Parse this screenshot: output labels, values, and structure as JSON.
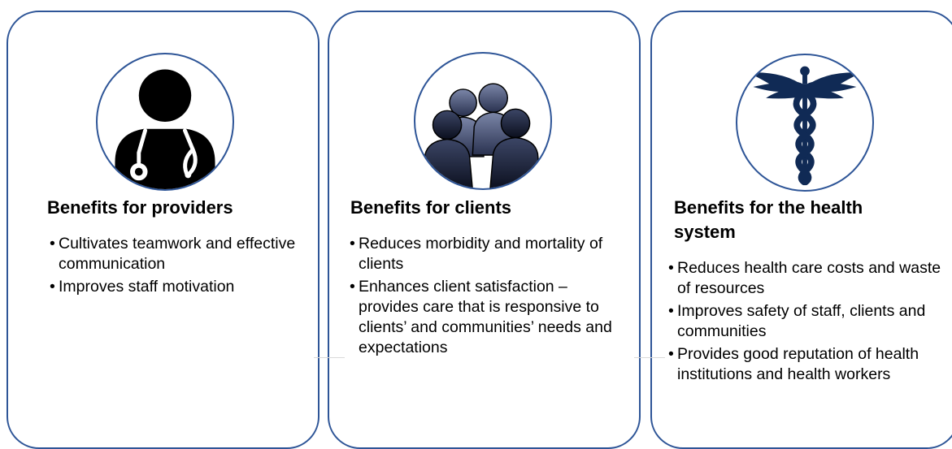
{
  "colors": {
    "border": "#2e5597",
    "icon_dark": "#000000",
    "caduceus": "#102a55",
    "crowd": "#3a4668"
  },
  "cards": [
    {
      "icon": "doctor-stethoscope-icon",
      "title": "Benefits for providers",
      "bullets": [
        "Cultivates teamwork and effective communication",
        "Improves staff motivation"
      ]
    },
    {
      "icon": "group-of-people-icon",
      "title": "Benefits for clients",
      "bullets": [
        "Reduces morbidity and mortality of clients",
        "Enhances client satisfaction – provides care that is responsive to clients’ and communities’ needs and expectations"
      ]
    },
    {
      "icon": "caduceus-icon",
      "title": "Benefits for the health system",
      "bullets": [
        "Reduces health care costs and waste of resources",
        "Improves safety of staff, clients and communities",
        "Provides good reputation of health institutions and health workers"
      ]
    }
  ]
}
